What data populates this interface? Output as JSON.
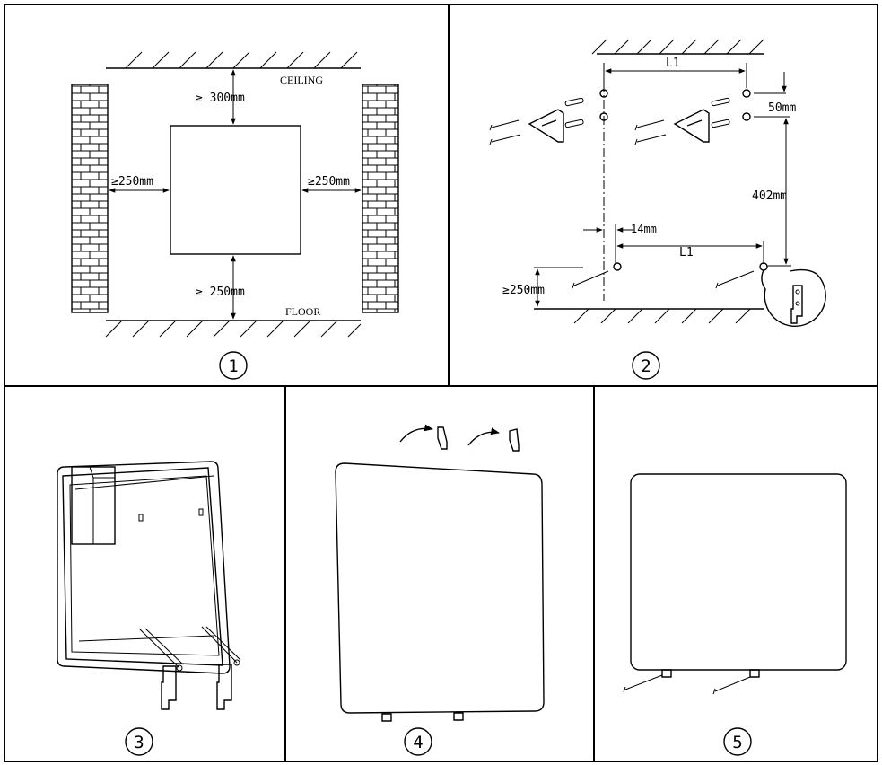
{
  "panel1": {
    "step": "1",
    "ceiling_label": "CEILING",
    "floor_label": "FLOOR",
    "top_clearance": "≥ 300mm",
    "left_clearance": "≥250mm",
    "right_clearance": "≥250mm",
    "bottom_clearance": "≥ 250mm"
  },
  "panel2": {
    "step": "2",
    "spacing_top": "L1",
    "spacing_bottom": "L1",
    "top_offset": "50mm",
    "vertical_distance": "402mm",
    "side_offset": "14mm",
    "floor_clearance": "≥250mm"
  },
  "panel3": {
    "step": "3"
  },
  "panel4": {
    "step": "4"
  },
  "panel5": {
    "step": "5"
  }
}
